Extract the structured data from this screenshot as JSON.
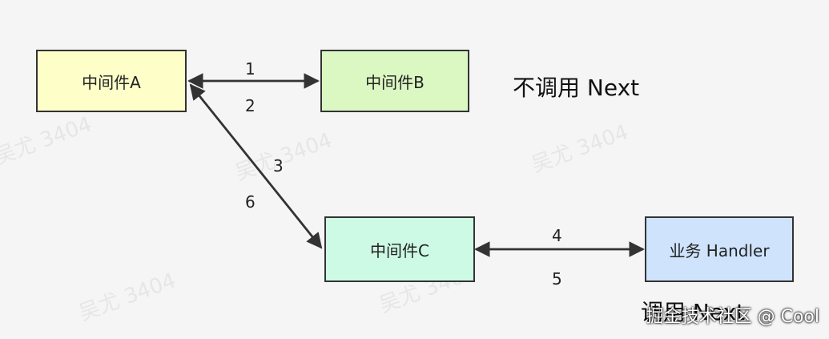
{
  "boxes": {
    "a": {
      "label": "中间件A",
      "color": "#fdfec8"
    },
    "b": {
      "label": "中间件B",
      "color": "#dbf7c2"
    },
    "c": {
      "label": "中间件C",
      "color": "#cdfae5"
    },
    "handler": {
      "label": "业务 Handler",
      "color": "#cfe3fd"
    }
  },
  "edge_labels": {
    "a_b_forward": "1",
    "a_b_back": "2",
    "a_c_forward": "3",
    "a_c_back": "6",
    "c_h_forward": "4",
    "c_h_back": "5"
  },
  "captions": {
    "no_next": "不调用  Next",
    "call_next": "调用  Next"
  },
  "watermark": "吴尤 3404",
  "footer": "掘金技术社区 @ Cool"
}
